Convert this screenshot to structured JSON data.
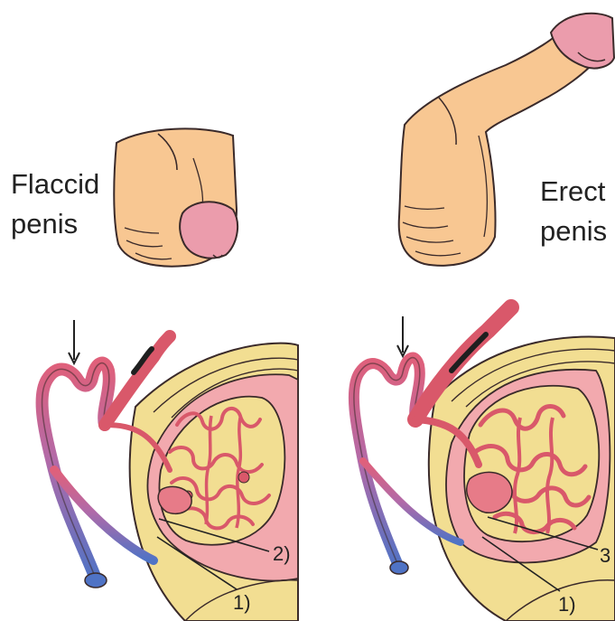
{
  "labels": {
    "flaccid_line1": "Flaccid",
    "flaccid_line2": "penis",
    "erect_line1": "Erect",
    "erect_line2": "penis"
  },
  "callouts": {
    "left_upper": "2)",
    "left_lower": "1)",
    "right_upper": "3",
    "right_lower": "1)"
  },
  "colors": {
    "skin": "#f8c792",
    "glans": "#eb9cac",
    "tissue_pink": "#f2a9ae",
    "fascia_yellow": "#f2de92",
    "artery": "#d9586a",
    "vein": "#4f73c5",
    "outline": "#3a2a2a"
  }
}
